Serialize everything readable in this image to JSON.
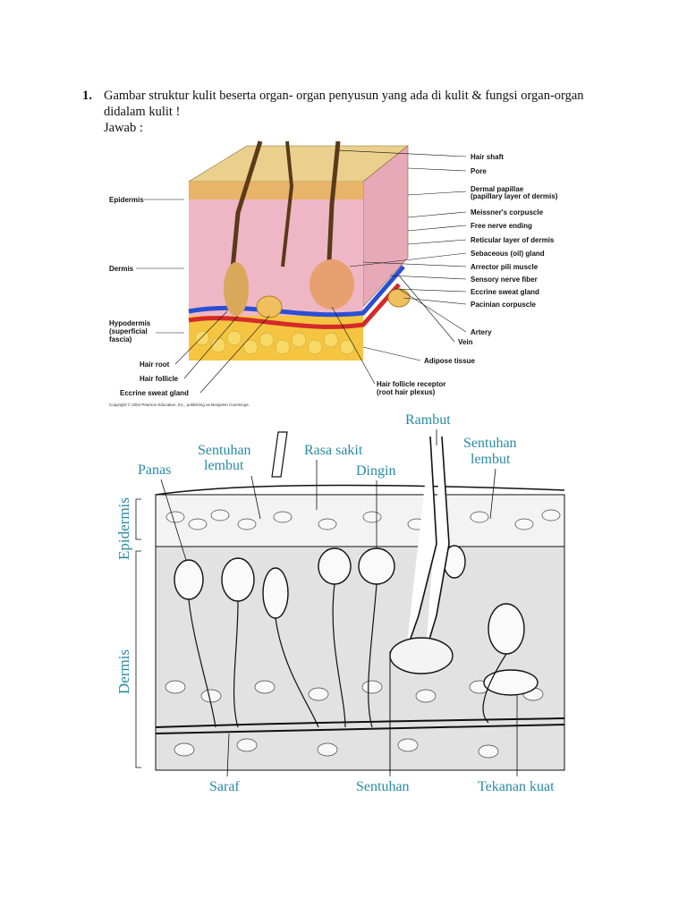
{
  "question": {
    "number": "1.",
    "text": "Gambar struktur kulit beserta organ- organ penyusun yang ada di kulit & fungsi organ-organ didalam kulit !",
    "answer_label": "Jawab :"
  },
  "figure1": {
    "left_labels": [
      "Epidermis",
      "Dermis",
      "Hypodermis",
      "(superficial",
      "fascia)",
      "Hair root",
      "Hair follicle",
      "Eccrine sweat gland"
    ],
    "right_labels": [
      "Hair shaft",
      "Pore",
      "Dermal papillae",
      "(papillary layer of dermis)",
      "Meissner's corpuscle",
      "Free nerve ending",
      "Reticular layer of dermis",
      "Sebaceous (oil) gland",
      "Arrector pili muscle",
      "Sensory nerve fiber",
      "Eccrine sweat gland",
      "Pacinian corpuscle",
      "Artery",
      "Vein",
      "Adipose tissue",
      "Hair follicle receptor",
      "(root hair plexus)"
    ],
    "copyright": "Copyright © 2004 Pearson Education, Inc., publishing as Benjamin Cummings."
  },
  "figure2": {
    "top_labels": [
      "Rambut",
      "Sentuhan",
      "lembut",
      "Rasa sakit",
      "Sentuhan",
      "lembut",
      "Panas",
      "Dingin"
    ],
    "side_labels": [
      "Epidermis",
      "Dermis"
    ],
    "bottom_labels": [
      "Saraf",
      "Sentuhan",
      "Tekanan kuat"
    ]
  },
  "colors": {
    "accent_label": "#2a8aa5",
    "epidermis": "#e8c27a",
    "dermis": "#f1b6c0",
    "fat": "#f5c542",
    "artery": "#d42a2a",
    "vein": "#2a4fd4"
  }
}
